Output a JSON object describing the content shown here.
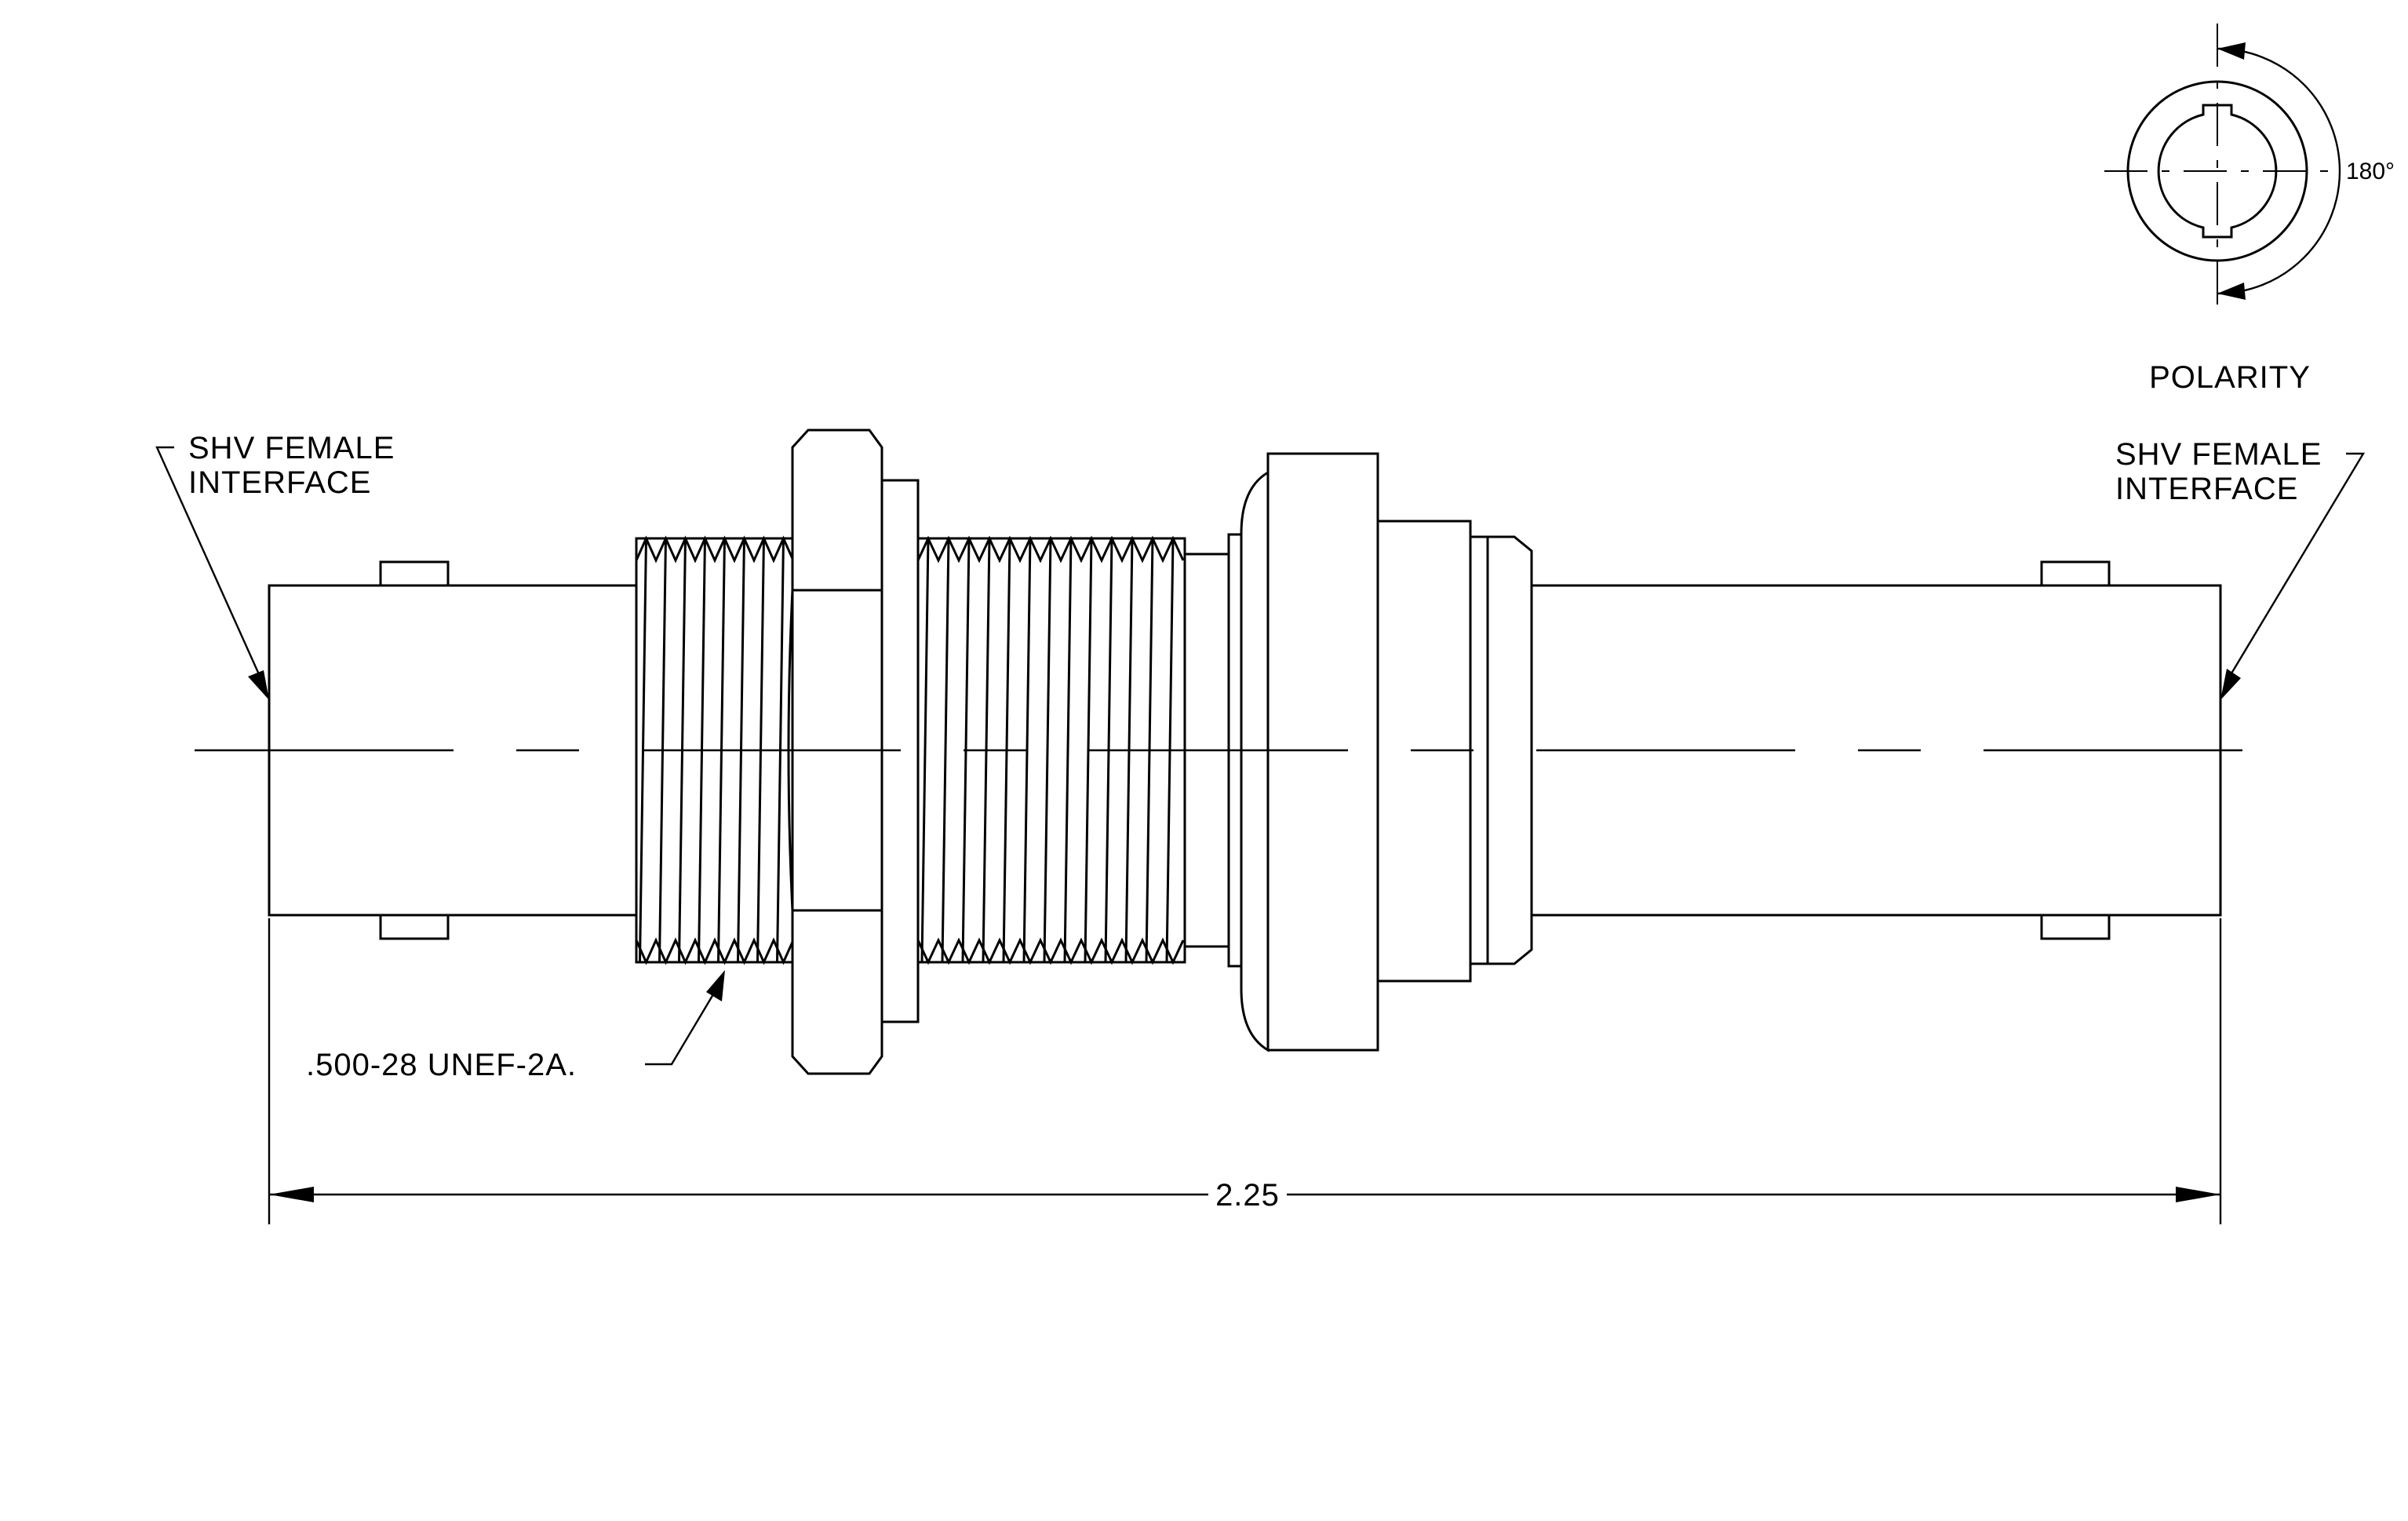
{
  "labels": {
    "left_interface_line1": "SHV FEMALE",
    "left_interface_line2": "INTERFACE",
    "right_interface_line1": "SHV FEMALE",
    "right_interface_line2": "INTERFACE",
    "thread_spec": ".500-28 UNEF-2A.",
    "overall_length": "2.25",
    "polarity_title": "POLARITY",
    "polarity_angle": "180°"
  }
}
